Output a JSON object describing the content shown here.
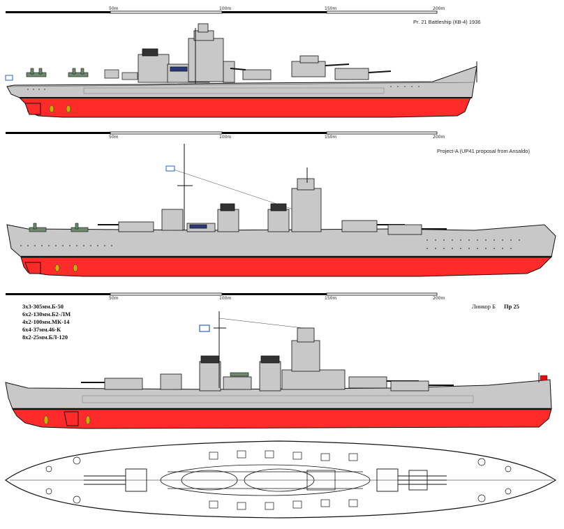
{
  "rulers": [
    {
      "labels": [
        "50m",
        "100m",
        "150m",
        "200m"
      ]
    },
    {
      "labels": [
        "50m",
        "100m",
        "150m",
        "200m"
      ]
    },
    {
      "labels": [
        "50m",
        "100m",
        "150m",
        "200m"
      ]
    }
  ],
  "ships": {
    "ship1": {
      "caption": "Pr. 21 Battleship (КВ-4) 1936"
    },
    "ship2": {
      "caption": "Project-A (UP41 proposal from Ansaldo)"
    },
    "ship3": {
      "caption_left": "Линкор Б",
      "caption_right": "Пр 25",
      "armament": [
        "3x3-305мм.Б-50",
        "6x2-130мм.Б2-ЛМ",
        "4x2-100мм.МК-14",
        "6x4-37мм.46-К",
        "8x2-25мм.БЛ-120"
      ]
    }
  },
  "colors": {
    "hull_red": "#ff2a2a",
    "superstructure_gray": "#c8c8c8",
    "deck_gray": "#bdbdbd",
    "outline": "#111111",
    "flag_red": "#e01010"
  }
}
